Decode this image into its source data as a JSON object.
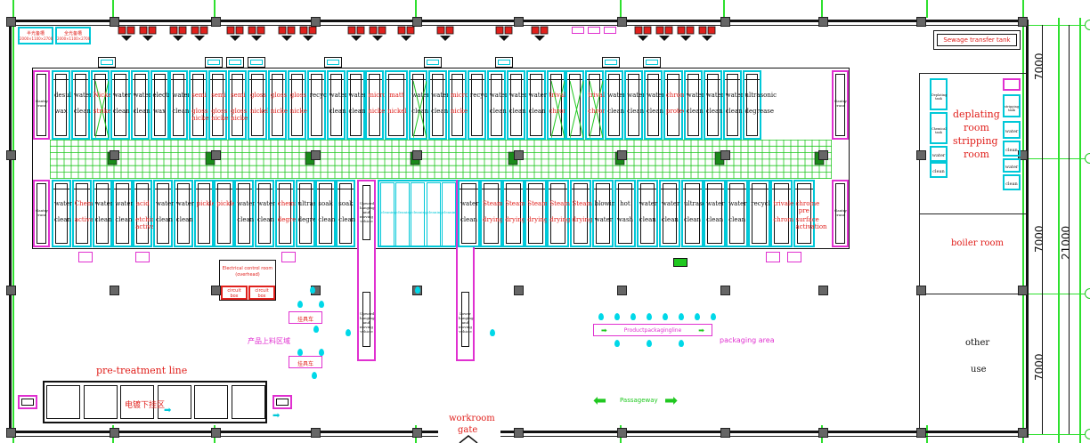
{
  "top_row": [
    {
      "label": "desulfurize",
      "sub": "wax"
    },
    {
      "label": "water",
      "sub": "clean"
    },
    {
      "label": "Nickel",
      "sub": "strike",
      "red": true,
      "cross": true
    },
    {
      "label": "water",
      "sub": "clean"
    },
    {
      "label": "water",
      "sub": "clean"
    },
    {
      "label": "electrocleaning",
      "sub": "wax"
    },
    {
      "label": "water",
      "sub": "clean"
    },
    {
      "label": "semi",
      "sub": "gloss nickel",
      "red": true
    },
    {
      "label": "semi",
      "sub": "gloss nickel",
      "red": true
    },
    {
      "label": "semi",
      "sub": "gloss nickel",
      "red": true
    },
    {
      "label": "gloss",
      "sub": "nickel",
      "red": true
    },
    {
      "label": "gloss",
      "sub": "nickel",
      "red": true
    },
    {
      "label": "gloss",
      "sub": "nickel",
      "red": true
    },
    {
      "label": "recycle",
      "sub": ""
    },
    {
      "label": "water",
      "sub": "clean"
    },
    {
      "label": "water",
      "sub": "clean"
    },
    {
      "label": "microporous",
      "sub": "nickel",
      "red": true
    },
    {
      "label": "matt",
      "sub": "nickel",
      "red": true,
      "wide": true
    },
    {
      "label": "water",
      "sub": "clean",
      "cross": true
    },
    {
      "label": "water",
      "sub": "clean"
    },
    {
      "label": "microporous",
      "sub": "nickel",
      "red": true
    },
    {
      "label": "recycle",
      "sub": ""
    },
    {
      "label": "water",
      "sub": "clean"
    },
    {
      "label": "water",
      "sub": "clean"
    },
    {
      "label": "water",
      "sub": "clean"
    },
    {
      "label": "trivalent",
      "sub": "chrome",
      "red": true,
      "cross": true
    },
    {
      "label": "",
      "sub": "",
      "cross": true
    },
    {
      "label": "trivalent",
      "sub": "chrome",
      "red": true,
      "cross": true
    },
    {
      "label": "water",
      "sub": "clean"
    },
    {
      "label": "water",
      "sub": "clean"
    },
    {
      "label": "water",
      "sub": "clean"
    },
    {
      "label": "chromate",
      "sub": "protection",
      "red": true
    },
    {
      "label": "water",
      "sub": "clean"
    },
    {
      "label": "water",
      "sub": "clean"
    },
    {
      "label": "water",
      "sub": "clean"
    },
    {
      "label": "ultrasonic",
      "sub": "degrease"
    }
  ],
  "bottom_row": [
    {
      "label": "water",
      "sub": "clean"
    },
    {
      "label": "Chemical",
      "sub": "activation",
      "red": true
    },
    {
      "label": "water",
      "sub": "clean"
    },
    {
      "label": "water",
      "sub": "clean"
    },
    {
      "label": "acid",
      "sub": "etching activation",
      "red": true
    },
    {
      "label": "water",
      "sub": "clean"
    },
    {
      "label": "water",
      "sub": "clean"
    },
    {
      "label": "pickle",
      "sub": "",
      "red": true
    },
    {
      "label": "pickle",
      "sub": "",
      "red": true
    },
    {
      "label": "water",
      "sub": "clean"
    },
    {
      "label": "water",
      "sub": "clean"
    },
    {
      "label": "chemical",
      "sub": "degrease",
      "red": true
    },
    {
      "label": "ultrasonic",
      "sub": "degrease"
    },
    {
      "label": "soak",
      "sub": "clean"
    },
    {
      "label": "soak",
      "sub": "clean"
    },
    {
      "label": "water",
      "sub": "clean"
    },
    {
      "label": "Steam",
      "sub": "drying",
      "red": true
    },
    {
      "label": "Steam",
      "sub": "drying",
      "red": true
    },
    {
      "label": "Steam",
      "sub": "drying",
      "red": true
    },
    {
      "label": "Steam",
      "sub": "drying",
      "red": true
    },
    {
      "label": "Steam",
      "sub": "drying",
      "red": true
    },
    {
      "label": "blowing",
      "sub": "water"
    },
    {
      "label": "hot",
      "sub": "wash"
    },
    {
      "label": "water",
      "sub": "clean"
    },
    {
      "label": "water",
      "sub": "clean"
    },
    {
      "label": "ultrasonic",
      "sub": "clean"
    },
    {
      "label": "water",
      "sub": "clean"
    },
    {
      "label": "water",
      "sub": "clean"
    },
    {
      "label": "recycle",
      "sub": ""
    },
    {
      "label": "trivalent",
      "sub": "chrome",
      "red": true
    },
    {
      "label": "chrome pre",
      "sub": "surface activation",
      "red": true
    }
  ],
  "labels": {
    "pretreatment": "pre-treatment line",
    "packaging_area": "packaging area",
    "passageway": "Passageway",
    "workroom_gate_1": "workroom",
    "workroom_gate_2": "gate",
    "deplating_1": "deplating",
    "deplating_2": "room",
    "deplating_3": "stripping",
    "deplating_4": "room",
    "boiler": "boiler room",
    "other_1": "other",
    "other_2": "use",
    "sewage": "Sewage transfer tank",
    "product_line": "Productpackagingline",
    "loading_area": "产品上料区域",
    "electrical_1": "Electrical control room",
    "electrical_2": "(overhead)",
    "circuit_1": "circuit",
    "circuit_2": "box",
    "material_car": "挂具车",
    "dim_1": "7000",
    "dim_2": "7000",
    "dim_3": "7000",
    "dim_total": "21000",
    "store_1": "半光备槽",
    "store_1b": "2000×1100×2700",
    "store_2": "全光备槽",
    "store_2b": "2000×1100×2700",
    "unloading": "电镀下挂区",
    "upward_vehicle": "Upward hanging and moving vehicle",
    "lower_vehicle": "Lower hanging and moving vehicle",
    "crane": "Gantry crane",
    "dep_tanks": [
      "Deplating tank",
      "Chemical tank",
      "water",
      "clean"
    ],
    "dep_tanks_r": [
      "stripping tank",
      "water",
      "clean",
      "water",
      "clean"
    ],
    "mid_tanks": [
      "cleaning",
      "cleaning",
      "cleaning",
      "cleaning",
      "cleaning"
    ]
  }
}
